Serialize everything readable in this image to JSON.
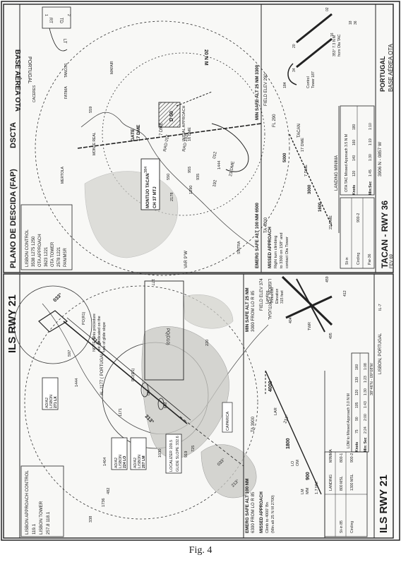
{
  "figure_caption": "Fig. 4",
  "left_chart": {
    "title": "ILS RWY 21",
    "top_location": "LISBON, PORTUGAL",
    "doc_id": "AL-1177 ( PORTUGAL)",
    "bottom_title": "ILS RWY 21",
    "bottom_location": "LISBON, PORTUGAL",
    "coordinates": "38°46'N - 09°08'W",
    "page_id": "IL-7",
    "comm": [
      "LISBON APPROACH CONTROL",
      "119.1",
      "LISBON TOWER",
      "257.8  118.1"
    ],
    "note": [
      "NOTE: This procedure",
      "not predicated on the",
      "use of glide slope"
    ],
    "localizer": [
      "LOCALIZER 109.5",
      "GLIDE SLOPE 332.6"
    ],
    "fixes": [
      "AD/A2",
      "LISBON",
      "271 LX",
      "AD/A2",
      "LISBON",
      "224 LO",
      "AD/A2",
      "LISBON",
      "207 LM",
      "PO(R1)",
      "PO(R1)",
      "PQ(D10)",
      "CAPARICA"
    ],
    "spot_elevations": [
      "1444",
      "1171",
      "597",
      "1404",
      "1030",
      "919",
      "725",
      "1736",
      "482",
      "338",
      "220",
      "177"
    ],
    "marker_labels": [
      "OM",
      "MM",
      "LO",
      "OM",
      "LM",
      "MM",
      "LAR"
    ],
    "courses": [
      "033°",
      "213°",
      "213°",
      "213°",
      "033°",
      "213°"
    ],
    "emergency_safe_alt": [
      "EMERG SAFE ALT 100 NM",
      "6300 FROM LO R 85"
    ],
    "min_safe_alt": [
      "MIN SAFE ALT 25 NM",
      "3000 FROM LO R 85"
    ],
    "ta": "TA 3900",
    "field_elev": "FIELD ELEV 374",
    "landing_threshold": [
      "Landing",
      "Threshold",
      "Elevation",
      "315 feet"
    ],
    "missed_approach": [
      "MISSED APPROACH",
      "Climb to 4000' Bn",
      "(Alt to 2700 25 NM R 213°)",
      "(Min alt 25 N M 2700)"
    ],
    "profile_altitudes": [
      "4000",
      "1800",
      "900",
      "2700"
    ],
    "profile_distances": [
      "6.7 NM",
      "4.5",
      "1.7 NM"
    ],
    "minima_rows": [
      [
        "",
        "LANDING",
        "MINIMA"
      ],
      [
        "St-in 85",
        "800 MSL",
        "800-1"
      ],
      [
        "Circling",
        "1300 MSL",
        "900-2"
      ]
    ],
    "speed_table": {
      "header": "LOM to Missed Approach 3.0 N M",
      "knots_label": "Knots",
      "knots": [
        "75",
        "90",
        "105",
        "120",
        "130",
        "160"
      ],
      "time_label": "Min: Sec",
      "times": [
        "2:24",
        "2:00",
        "1:43",
        "1:30",
        "1:23",
        "1:08"
      ]
    },
    "airport_labels": [
      "TWR",
      "404",
      "495",
      "459",
      "412"
    ]
  },
  "right_chart": {
    "title": "PLANO DE DESCIDA (FAP)",
    "ident": "DSCTA",
    "top_name_1": "BASE AÉREA OTA",
    "top_name_2": "PORTUGAL",
    "comm": [
      "LISBON CONTROL",
      "3538  1275  1250",
      "OTA APPROACH",
      "3623  1221",
      "OTA TOWER",
      "2578  1221",
      "PAN/MSR"
    ],
    "places": [
      "MONTE REAL",
      "FATIMA",
      "TANCOS",
      "CACERES",
      "SINTRA",
      "MERTOLA",
      "MAFAIR"
    ],
    "spot_elevations": [
      "2178",
      "1290",
      "1444",
      "935",
      "955",
      "550",
      "559",
      "384"
    ],
    "fixes": [
      "GATE",
      "17 DME",
      "7 DME",
      "MONTIJO TACAN",
      "CH 37 MTJ",
      "TACAN",
      "D 50",
      "INITIAL APPROACH",
      "16 DME"
    ],
    "range_label": "20 N M",
    "courses": [
      "012",
      "192",
      "RAD 012",
      "RAD 192",
      "012",
      "21 DME",
      "192",
      "VAR 9°W"
    ],
    "emergency_safe_alt": [
      "EMERG SAFE ALT 100 NM 6500"
    ],
    "min_safe_alt": [
      "MIN SAFE ALT 25 NM  3300"
    ],
    "ta": "TA 4000",
    "field_elev": "FIELD ELEV 290",
    "fl": "FL 290",
    "missed_approach": [
      "MISSED APPROACH",
      "Right turn climbing",
      "to 3300 on 158° and",
      "contact Ota Tower"
    ],
    "profile_dme": [
      "17 DME",
      "7 DME",
      "22 DME",
      "17",
      "DME"
    ],
    "profile_altitudes": [
      "5000",
      "3000",
      "1600"
    ],
    "landing_minima": "LANDING MINIMA",
    "minima_rows": [
      [
        "St-in",
        "",
        ""
      ],
      [
        "Circling",
        "",
        "900-2"
      ],
      [
        "Par-36",
        "",
        ""
      ]
    ],
    "speed_table": {
      "header": "OTA TAC Missed Approach 3.5 N M",
      "knots_label": "Knots",
      "knots": [
        "120",
        "140",
        "160",
        "180"
      ],
      "time_label": "Min:Sec",
      "times": [
        "1:45",
        "1:30",
        "1:19",
        "1:10"
      ]
    },
    "bottom_title": "TACAN - RWY 36",
    "bottom_coords": "3906 N - 0857 W",
    "date": "FEV 69",
    "bottom_name_1": "PORTUGAL",
    "bottom_name_2": "BASE AÉREA OTA",
    "airport_notes": [
      "184",
      "353° 7.3 N M",
      "from Ota TAC",
      "Control",
      "Tower 187"
    ],
    "runway_labels": [
      "02",
      "20",
      "16",
      "34",
      "18",
      "36"
    ]
  },
  "corner_sketch": [
    "RT",
    "TD",
    "LT",
    "1",
    "2"
  ]
}
